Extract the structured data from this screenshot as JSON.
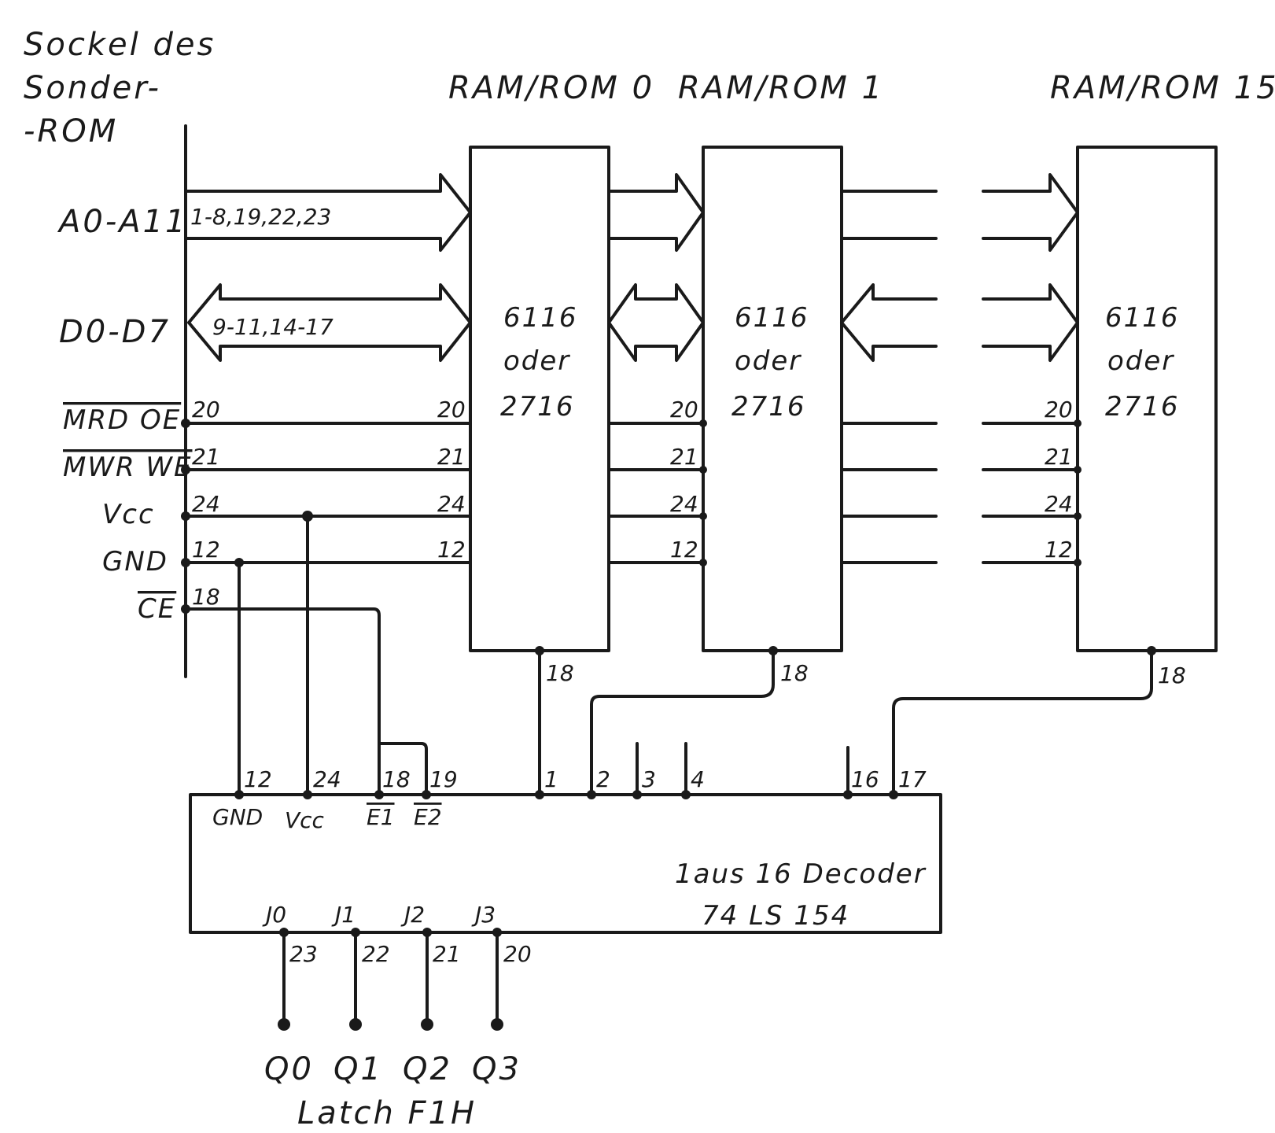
{
  "socket": {
    "title_lines": [
      "Sockel des",
      "Sonder-",
      "-ROM"
    ],
    "signals": [
      {
        "name": "A0-A11",
        "pins": "1-8,19,22,23"
      },
      {
        "name": "D0-D7",
        "pins": "9-11,14-17"
      },
      {
        "name": "MRD OE",
        "pin": "20"
      },
      {
        "name": "MWR WE",
        "pin": "21"
      },
      {
        "name": "Vcc",
        "pin": "24"
      },
      {
        "name": "GND",
        "pin": "12"
      },
      {
        "name": "CE",
        "pin": "18"
      }
    ]
  },
  "chips": [
    {
      "label": "RAM/ROM 0",
      "type_lines": [
        "6116",
        "oder",
        "2716"
      ],
      "pins": [
        "20",
        "21",
        "24",
        "12"
      ],
      "ce_pin": "18"
    },
    {
      "label": "RAM/ROM 1",
      "type_lines": [
        "6116",
        "oder",
        "2716"
      ],
      "pins": [
        "20",
        "21",
        "24",
        "12"
      ],
      "ce_pin": "18"
    },
    {
      "label": "RAM/ROM 15",
      "type_lines": [
        "6116",
        "oder",
        "2716"
      ],
      "pins": [
        "20",
        "21",
        "24",
        "12"
      ],
      "ce_pin": "18"
    }
  ],
  "decoder": {
    "title": "1aus 16 Decoder",
    "part": "74 LS 154",
    "top_pins": [
      "12",
      "24",
      "18",
      "19",
      "1",
      "2",
      "3",
      "4",
      "16",
      "17"
    ],
    "top_labels": [
      "GND",
      "Vcc",
      "E1",
      "E2"
    ],
    "inputs": [
      {
        "label": "J0",
        "pin": "23",
        "latch": "Q0"
      },
      {
        "label": "J1",
        "pin": "22",
        "latch": "Q1"
      },
      {
        "label": "J2",
        "pin": "21",
        "latch": "Q2"
      },
      {
        "label": "J3",
        "pin": "20",
        "latch": "Q3"
      }
    ]
  },
  "latch": {
    "label": "Latch F1H"
  }
}
